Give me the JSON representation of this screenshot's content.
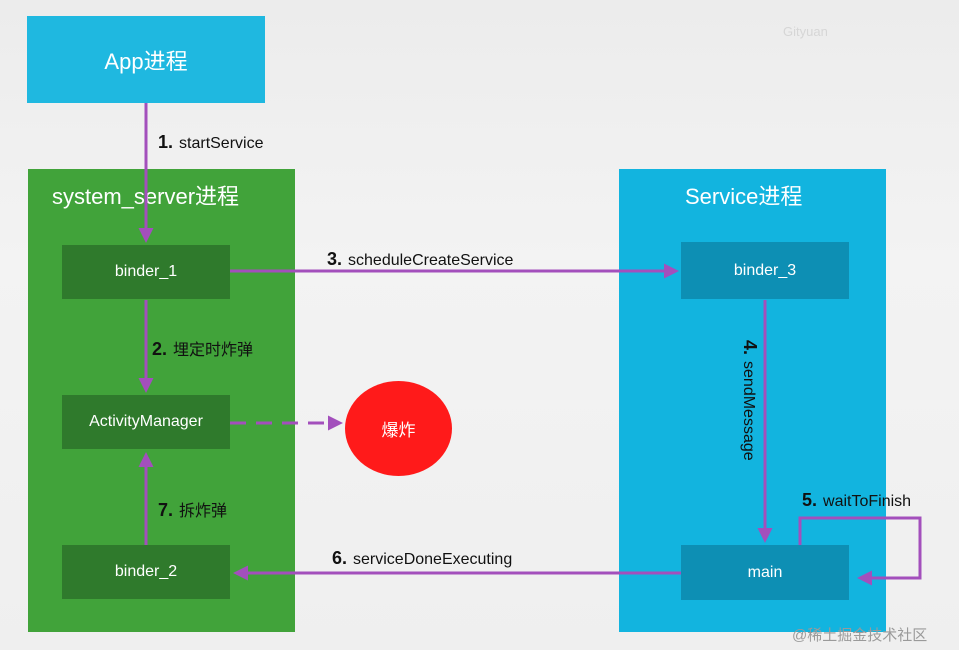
{
  "app": {
    "label": "App进程"
  },
  "system_server": {
    "title": "system_server进程",
    "binder_1": "binder_1",
    "activity_manager": "ActivityManager",
    "binder_2": "binder_2"
  },
  "service": {
    "title": "Service进程",
    "binder_3": "binder_3",
    "main": "main"
  },
  "explosion": {
    "label": "爆炸"
  },
  "steps": [
    {
      "num": "1.",
      "text": "startService"
    },
    {
      "num": "2.",
      "text": "埋定时炸弹"
    },
    {
      "num": "3.",
      "text": "scheduleCreateService"
    },
    {
      "num": "4.",
      "text": "sendMessage"
    },
    {
      "num": "5.",
      "text": "waitToFinish"
    },
    {
      "num": "6.",
      "text": "serviceDoneExecuting"
    },
    {
      "num": "7.",
      "text": "拆炸弹"
    }
  ],
  "watermark": "Gityuan",
  "credit": "@稀土掘金技术社区",
  "colors": {
    "arrow": "#a34fbc",
    "app": "#1fb8e0",
    "system_server": "#41a33a",
    "system_server_inner": "#2f7a2c",
    "service": "#12b4df",
    "service_inner": "#0d8fb4",
    "explosion": "#ff1a1a"
  }
}
